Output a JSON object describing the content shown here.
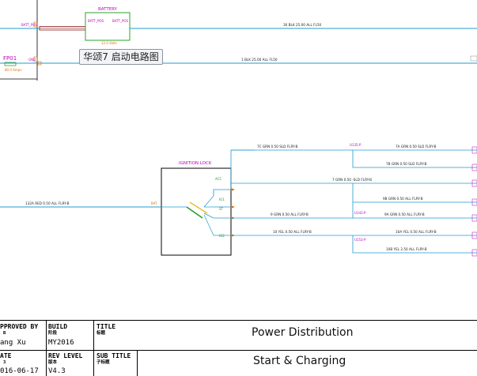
{
  "caption": "华颂7 启动电路图",
  "diagram": {
    "battery": {
      "title": "BATTERY",
      "pin_left": "BATT_POS",
      "pin_right": "BATT_POS",
      "voltage": "12.0 Volts"
    },
    "ignition_lock": {
      "title": "IGNITION LOCK",
      "pins": [
        "BAT",
        "ACC",
        "IG1",
        "ST",
        "IG2"
      ]
    },
    "fuse_block": {
      "label": "FP01",
      "note": "80.0 Amps"
    },
    "wires": {
      "top": "30 BLK 25.00 ALL FL50",
      "second": "1 BLK 25.00 ALL FL50",
      "feed": "132A RED 0.50 ALL FLRY-B",
      "w7c": "7C GRN 0.50 SLD FLRY-B",
      "w7a": "7A GRN 0.50 SLD FLRY-B",
      "w7b": "7B GRN 0.50 SLD FLRY-B",
      "w7": "7 GRN 0.50 -SLD FLRY-B",
      "w9b": "9B GRN 0.50 ALL FLRY-B",
      "w9a": "9A GRN 0.50 ALL FLRY-B",
      "w9": "9 GRN 0.50 ALL FLRY-B",
      "w10": "10 YEL 0.50 ALL FLRY-B",
      "w10a": "10A YEL 0.50 ALL FLRY-B",
      "w10b": "10B YEL 2.50 ALL FLRY-B"
    },
    "splices": {
      "s1": "U135-P",
      "s2": "U143-P",
      "s3": "U153-P"
    }
  },
  "titleblock": {
    "approved_by_label": "PPROVED BY",
    "approved_by_sub": "B",
    "approved_by_value": "ang Xu",
    "build_label": "BUILD",
    "build_sub": "阶段",
    "build_value": "MY2016",
    "title_label": "TITLE",
    "title_sub": "标题",
    "title_value": "Power Distribution",
    "date_label": "ATE",
    "date_sub": "3",
    "date_value": "016-06-17",
    "rev_label": "REV LEVEL",
    "rev_sub": "版本",
    "rev_value": "V4.3",
    "subtitle_label": "SUB TITLE",
    "subtitle_sub": "子标题",
    "subtitle_value": "Start & Charging"
  },
  "colors": {
    "wire": "#1f9bd1",
    "harness": "#8b1a1a",
    "component": "#c000c0",
    "battery_box": "#2aa52a"
  }
}
